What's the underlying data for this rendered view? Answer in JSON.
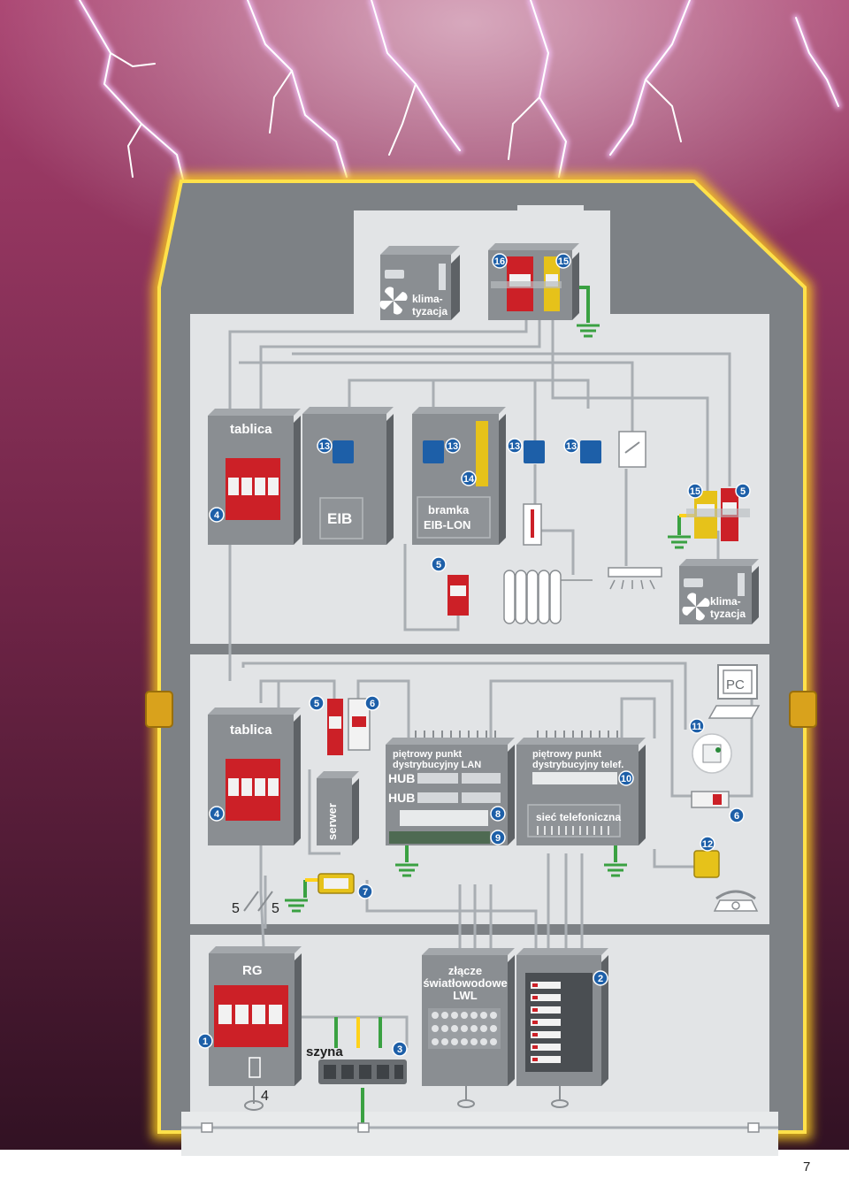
{
  "page_number": "7",
  "colors": {
    "sky_top": "#a8406e",
    "sky_bottom": "#3a1628",
    "glow": "#ffd21a",
    "panel": "#e2e4e6",
    "box": "#7d8185",
    "wire": "#a9aeb3",
    "spd_red": "#cc2027",
    "badge": "#1d5fa8"
  },
  "top": {
    "ac_label_1": "klima-",
    "ac_label_2": "tyzacja",
    "badge_16": "16",
    "badge_15": "15"
  },
  "floor2": {
    "tablica": "tablica",
    "badge_4": "4",
    "badge_13a": "13",
    "eib": "EIB",
    "gateway_1": "bramka",
    "gateway_2": "EIB-LON",
    "badge_13b": "13",
    "badge_14": "14",
    "badge_13c": "13",
    "badge_13d": "13",
    "badge_15": "15",
    "badge_5a": "5",
    "badge_5b": "5",
    "ac_label_1": "klima-",
    "ac_label_2": "tyzacja"
  },
  "floor1": {
    "tablica": "tablica",
    "badge_4": "4",
    "badge_5": "5",
    "badge_6a": "6",
    "serwer": "serwer",
    "lan_1": "piętrowy punkt",
    "lan_2": "dystrybucyjny LAN",
    "hub_1": "HUB",
    "hub_2": "HUB",
    "badge_8": "8",
    "badge_9": "9",
    "tel_1": "piętrowy punkt",
    "tel_2": "dystrybucyjny telef.",
    "badge_10": "10",
    "tel_net": "sieć telefoniczna",
    "pc": "PC",
    "badge_11": "11",
    "badge_6b": "6",
    "badge_12": "12",
    "badge_7": "7",
    "five_a": "5",
    "five_b": "5"
  },
  "ground": {
    "rg": "RG",
    "badge_1": "1",
    "four": "4",
    "szyna": "szyna",
    "badge_3": "3",
    "lwl_1": "złącze",
    "lwl_2": "światłowodowe",
    "lwl_3": "LWL",
    "badge_2": "2"
  }
}
